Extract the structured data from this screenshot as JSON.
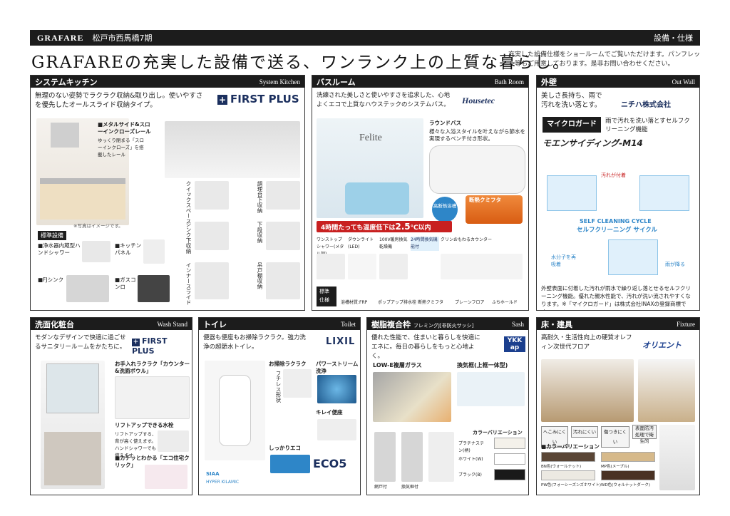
{
  "header": {
    "logo": "GRAFARE",
    "project": "松戸市西馬橋7期",
    "category": "設備・仕様"
  },
  "headline": "GRAFAREの充実した設備で送る、ワンランク上の上質な暮らし。",
  "subnote": "充実した設備仕様をショールームでご覧いただけます。パンフレット等もご用意しております。是非お問い合わせください。",
  "kitchen": {
    "title": "システムキッチン",
    "en": "System Kitchen",
    "brand": "FIRST PLUS",
    "desc": "無理のない姿勢でラクラク収納&取り出し。使いやすさを優先したオールスライド収納タイプ。",
    "metal_side": "■メタルサイド&スローインクローズレール",
    "metal_desc": "ゆっくり閉まる「スローインクローズ」を搭載したレール",
    "std_label": "標準設備",
    "items": [
      "■浄水器内蔵型ハンドシャワー",
      "■キッチンパネル",
      "■FJシンク",
      "■ガスコンロ"
    ],
    "features": [
      "クイックスペース",
      "調理台下収納",
      "シンク下収納",
      "下段収納",
      "インナースライド",
      "吊戸棚収納"
    ],
    "caption": "※写真はイメージです。"
  },
  "bath": {
    "title": "バスルーム",
    "en": "Bath Room",
    "brand": "Housetec",
    "desc": "洗練された美しさと使いやすさを追求した、心地よくエコで上質なハウステックのシステムバス。",
    "round_label": "ラウンドバス",
    "round_desc": "様々な入浴スタイルを叶えながら節水を実現するベンチ付き形状。",
    "heat": "4時間たっても温度低下は2.5℃以内",
    "heat_prefix": "4時間たっても温度低下は",
    "heat_value": "2.5",
    "heat_suffix": "℃以内",
    "product": "Felite",
    "insulation": "断熱クミフタ",
    "high_insulation": "高断熱浴槽",
    "std_label": "標準仕様",
    "items": [
      "ワンストップシャワー(メタル調)",
      "ダウンライト(LED)",
      "100V暖房換気乾燥機",
      "24時間換気機能付",
      "ポップアップ排水栓",
      "断熱クミフタ",
      "プレーンフロア",
      "ふちホールド",
      "浴槽材質:FRP",
      "クリンおもわるカウンター"
    ]
  },
  "exterior": {
    "title": "外壁",
    "en": "Out Wall",
    "brand": "ニチハ株式会社",
    "desc": "美しさ長持ち、雨で汚れを洗い落とす。",
    "logo_main": "マイクロガード",
    "logo_sub": "雨で汚れを洗い落とすセルフクリーニング機能",
    "product": "モエンサイディング-M14",
    "cycle_en": "SELF CLEANING CYCLE",
    "cycle_jp": "セルフクリーニング サイクル",
    "note": "外壁表面に付着した汚れが雨水で繰り返し落とせるセルフクリーニング機能。優れた親水性能で、汚れが洗い流されやすくなります。※「マイクロガード」は株式会社INAXの登録商標です。",
    "steps": [
      "汚れが付着",
      "雨が降る",
      "水分子を再吸着"
    ]
  },
  "wash": {
    "title": "洗面化粧台",
    "en": "Wash Stand",
    "brand": "FIRST PLUS",
    "desc": "モダンなデザインで快適に過ごせるサニタリールームをかたちに。",
    "counter_title": "お手入れラクラク「カウンター&洗面ボウル」",
    "lift_title": "リフトアップできる水栓",
    "lift_desc": "リフトアップする、背が高く使えます。ハンドシャワーでも使えます。",
    "eco": "■カチッとわかる「エコ住宅クリック」"
  },
  "toilet": {
    "title": "トイレ",
    "en": "Toilet",
    "brand": "LIXIL",
    "desc": "便器も便座もお掃除ラクラク。強力洗浄の超節水トイレ。",
    "f1": "お掃除ラクラク",
    "f2": "パワーストリーム洗浄",
    "f3": "キレイ便座",
    "f4": "しっかりエコ",
    "fuchi": "フチレス形状",
    "eco_badge": "ECO5",
    "mini": "SIAA",
    "hyper": "HYPER KILAMIC"
  },
  "sash": {
    "title": "樹脂複合枠",
    "sub": "フレミングJ[非防火サッシ]",
    "en": "Sash",
    "brand": "YKK ap",
    "desc": "優れた性能で、住まいと暮らしを快適にエネに。毎日の暮らしをもっと心地よく。",
    "glass": "LOW-E複層ガラス",
    "vent": "換気框(上框一体型)",
    "color_title": "カラーバリエーション",
    "colors": [
      "プラチナステン(柄)",
      "ホワイト(W)",
      "ブラック(B)"
    ],
    "labels": [
      "網戸付",
      "換気框付"
    ]
  },
  "floor": {
    "title": "床・建具",
    "en": "Fixture",
    "brand": "オリエント",
    "desc": "高耐久・生活性向上の硬質オレフィン次世代フロア",
    "features": [
      "へこみにくい",
      "汚れにくい",
      "傷つきにくい",
      "表面防汚処理で衛生的"
    ],
    "color_title": "■カラーバリエーション",
    "colors": [
      "BN色(ウォールナット)",
      "MP色(メープル)",
      "PW色(フォーシーズンズホワイト)",
      "WD色(ウォルナットダーク)"
    ]
  },
  "colors": {
    "dark": "#1c1c1c",
    "navy": "#1b2f5e",
    "red": "#c82020",
    "blue": "#2e86c8"
  }
}
